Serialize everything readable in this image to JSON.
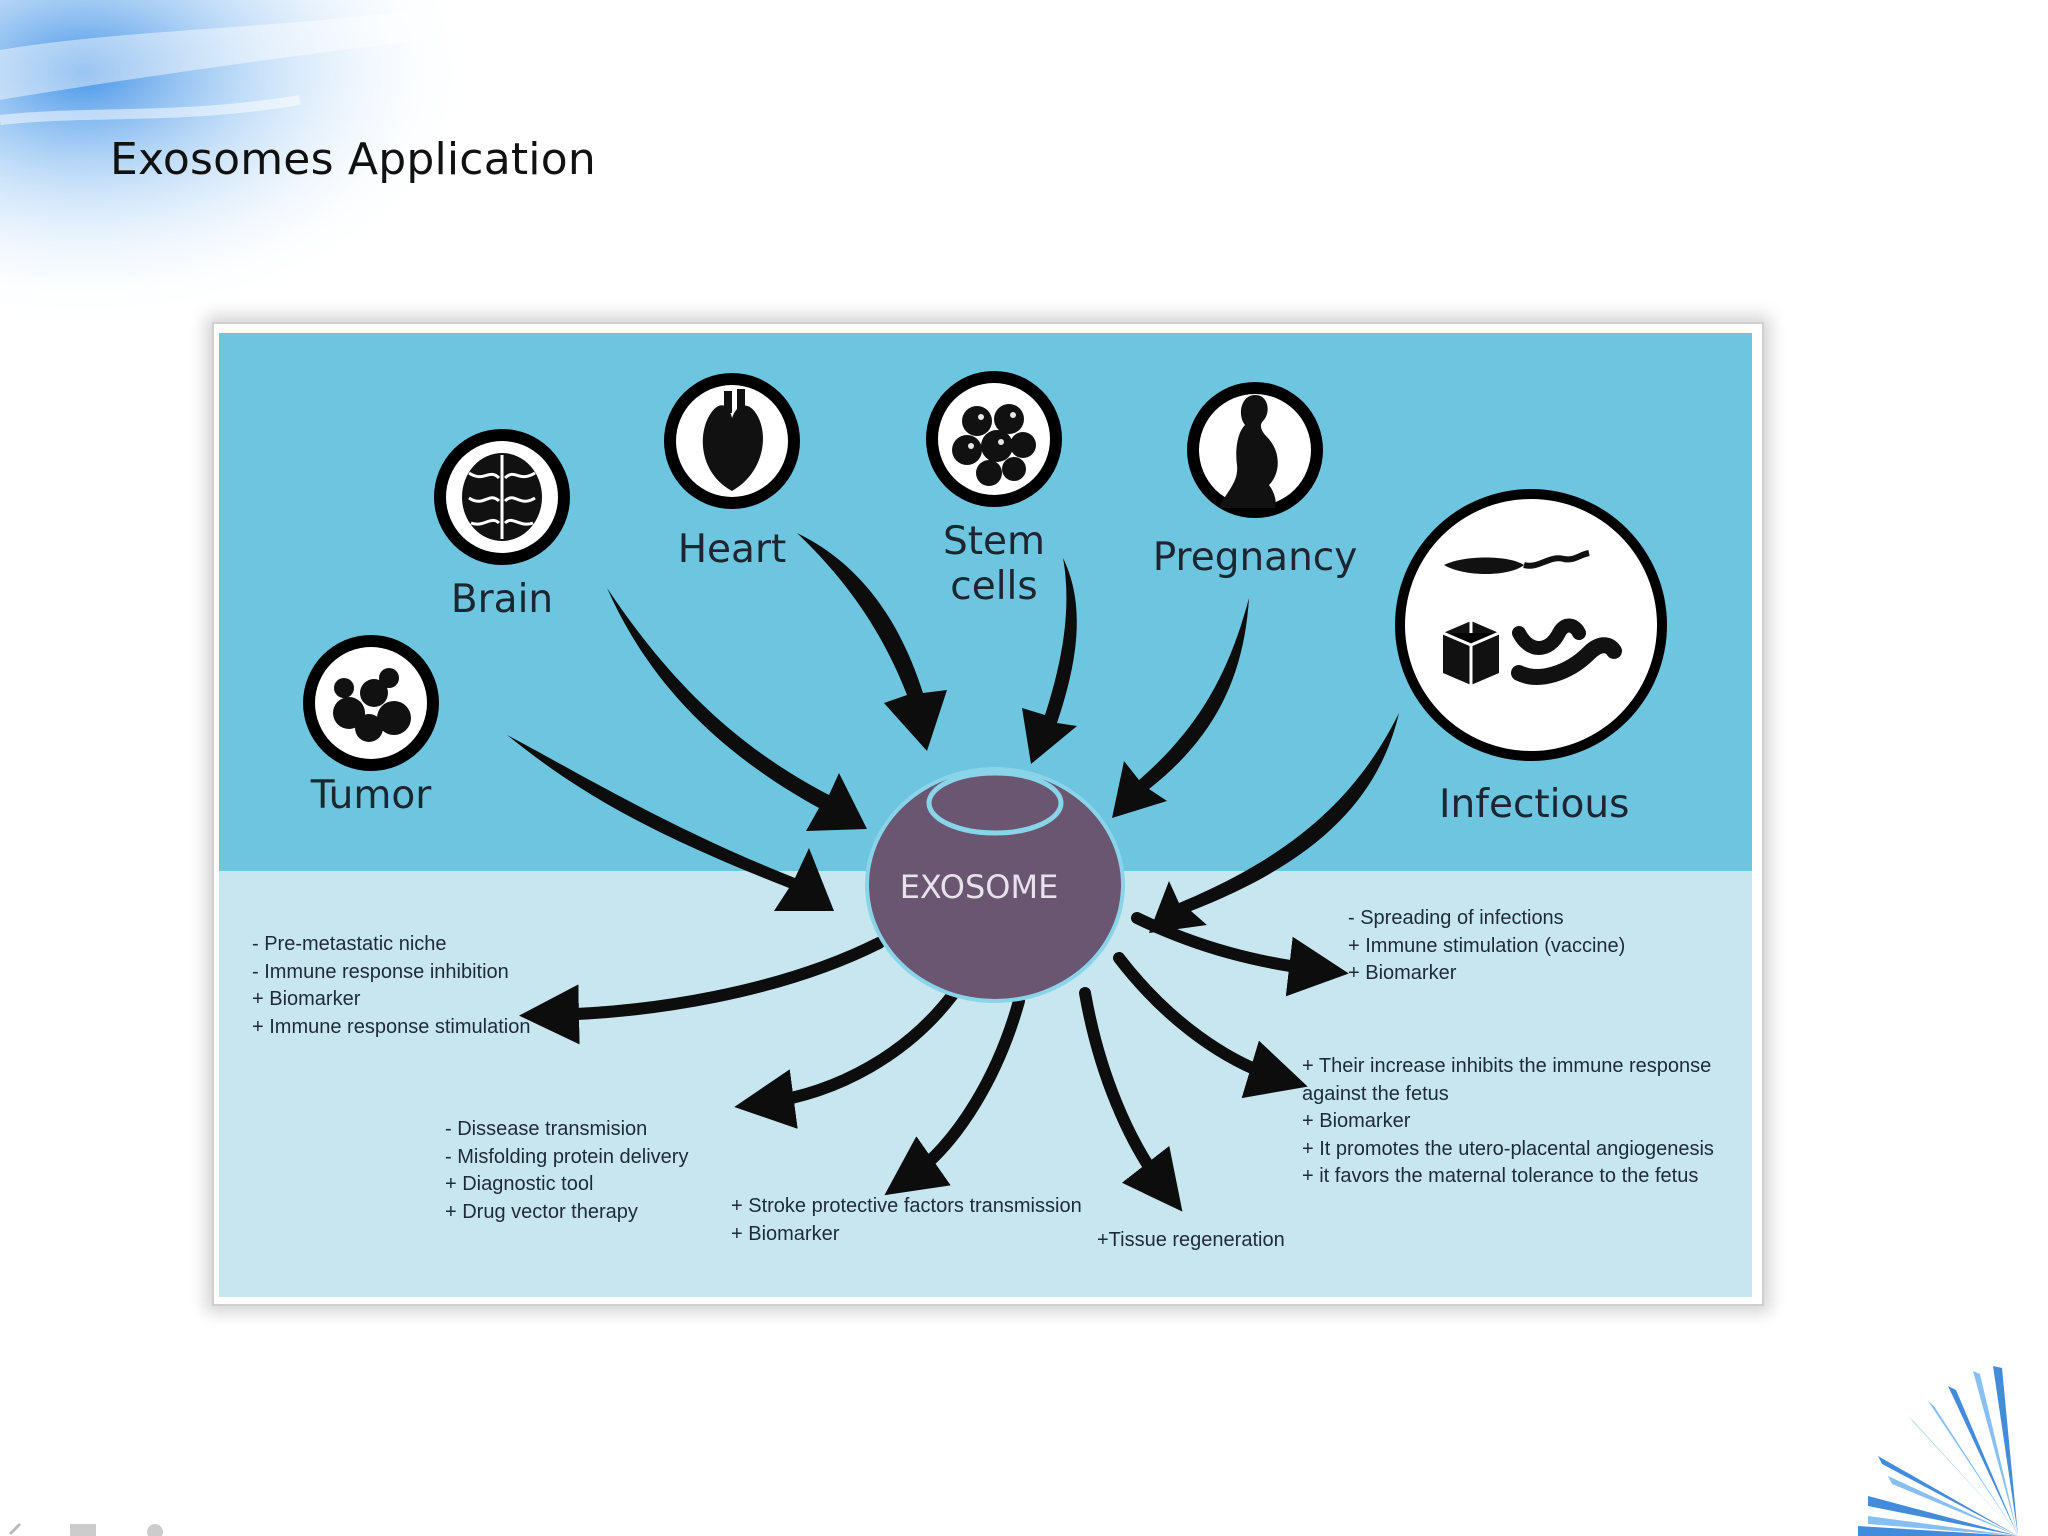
{
  "slide": {
    "title": "Exosomes Application"
  },
  "diagram": {
    "center_label": "EXOSOME",
    "sources": [
      {
        "key": "tumor",
        "label": "Tumor",
        "icon": "tumor-icon"
      },
      {
        "key": "brain",
        "label": "Brain",
        "icon": "brain-icon"
      },
      {
        "key": "heart",
        "label": "Heart",
        "icon": "heart-icon"
      },
      {
        "key": "stem_cells",
        "label_line1": "Stem",
        "label_line2": "cells",
        "icon": "stem-cells-icon"
      },
      {
        "key": "pregnancy",
        "label": "Pregnancy",
        "icon": "pregnancy-icon"
      },
      {
        "key": "infectious",
        "label": "Infectious",
        "icon": "pathogens-icon"
      }
    ],
    "notes": {
      "tumor": [
        "- Pre-metastatic niche",
        "- Immune response inhibition",
        "+ Biomarker",
        "+ Immune response stimulation"
      ],
      "brain": [
        "- Dissease transmision",
        "- Misfolding protein delivery",
        "+ Diagnostic tool",
        "+ Drug vector therapy"
      ],
      "heart": [
        "+ Stroke protective factors transmission",
        "+ Biomarker"
      ],
      "stem_cells": [
        "+Tissue regeneration"
      ],
      "pregnancy": [
        "+ Their increase  inhibits the immune response",
        "against the fetus",
        "+ Biomarker",
        "+ It promotes the utero-placental angiogenesis",
        "+ it favors the maternal tolerance to the fetus"
      ],
      "infectious": [
        "- Spreading of infections",
        "+ Immune stimulation (vaccine)",
        "+ Biomarker"
      ]
    },
    "colors": {
      "top_band": "#6ec5df",
      "bottom_band": "#c8e6f0",
      "exosome": "#6b5672",
      "exosome_rim": "#8ad4ea",
      "arrow": "#0d0d0d",
      "icon_bg": "#ffffff"
    }
  }
}
